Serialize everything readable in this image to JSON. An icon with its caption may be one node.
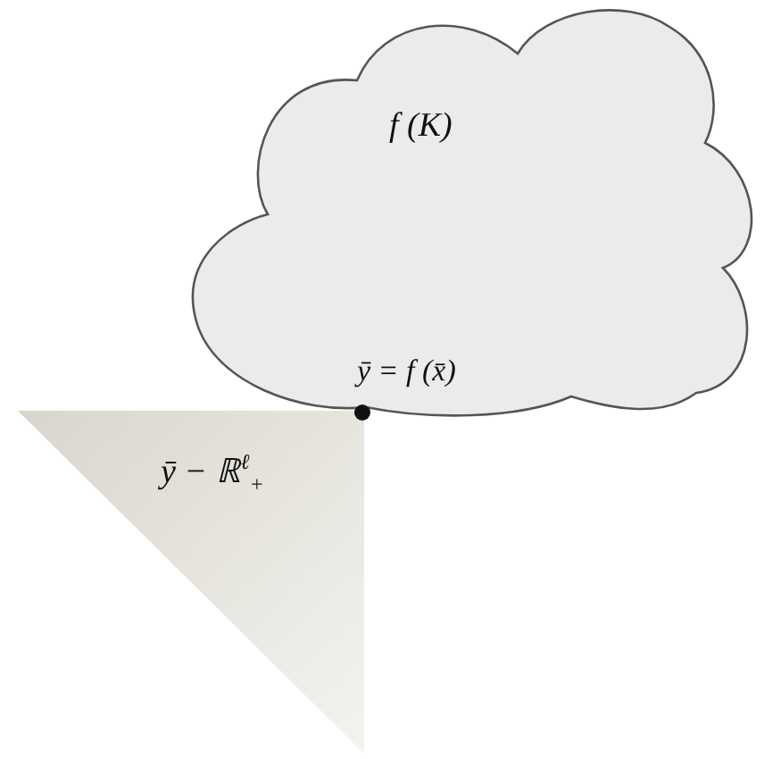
{
  "diagram": {
    "nodes": [
      {
        "text": [
          "f (K)"
        ]
      },
      {
        "text": [
          "ȳ − ℝ$^{ℓ}$$_{+}$"
        ]
      }
    ],
    "labels": [
      "ȳ = f (x̄)"
    ]
  }
}
